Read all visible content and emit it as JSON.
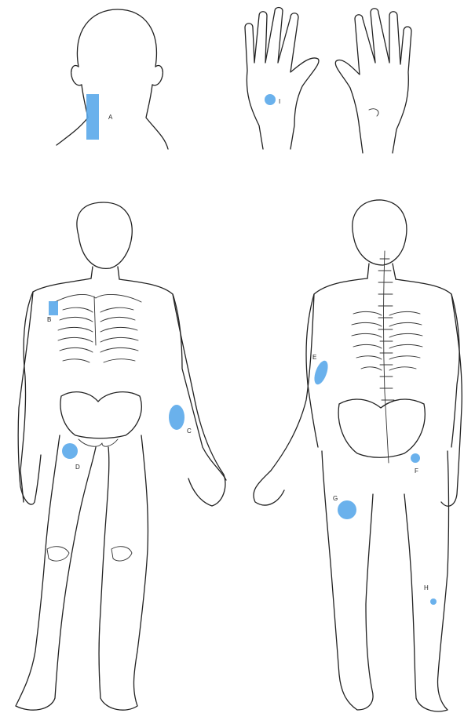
{
  "colors": {
    "marker": "#5aa9ea",
    "ink": "#222222",
    "background": "#ffffff"
  },
  "labels": {
    "A": "A",
    "B": "B",
    "C": "C",
    "D": "D",
    "E": "E",
    "F": "F",
    "G": "G",
    "H": "H",
    "I": "I"
  },
  "figures": [
    {
      "id": "head-back",
      "marker_label": "A"
    },
    {
      "id": "hands",
      "marker_label": "I"
    },
    {
      "id": "body-front",
      "marker_labels": [
        "B",
        "C",
        "D"
      ]
    },
    {
      "id": "body-back",
      "marker_labels": [
        "E",
        "F",
        "G",
        "H"
      ]
    }
  ]
}
